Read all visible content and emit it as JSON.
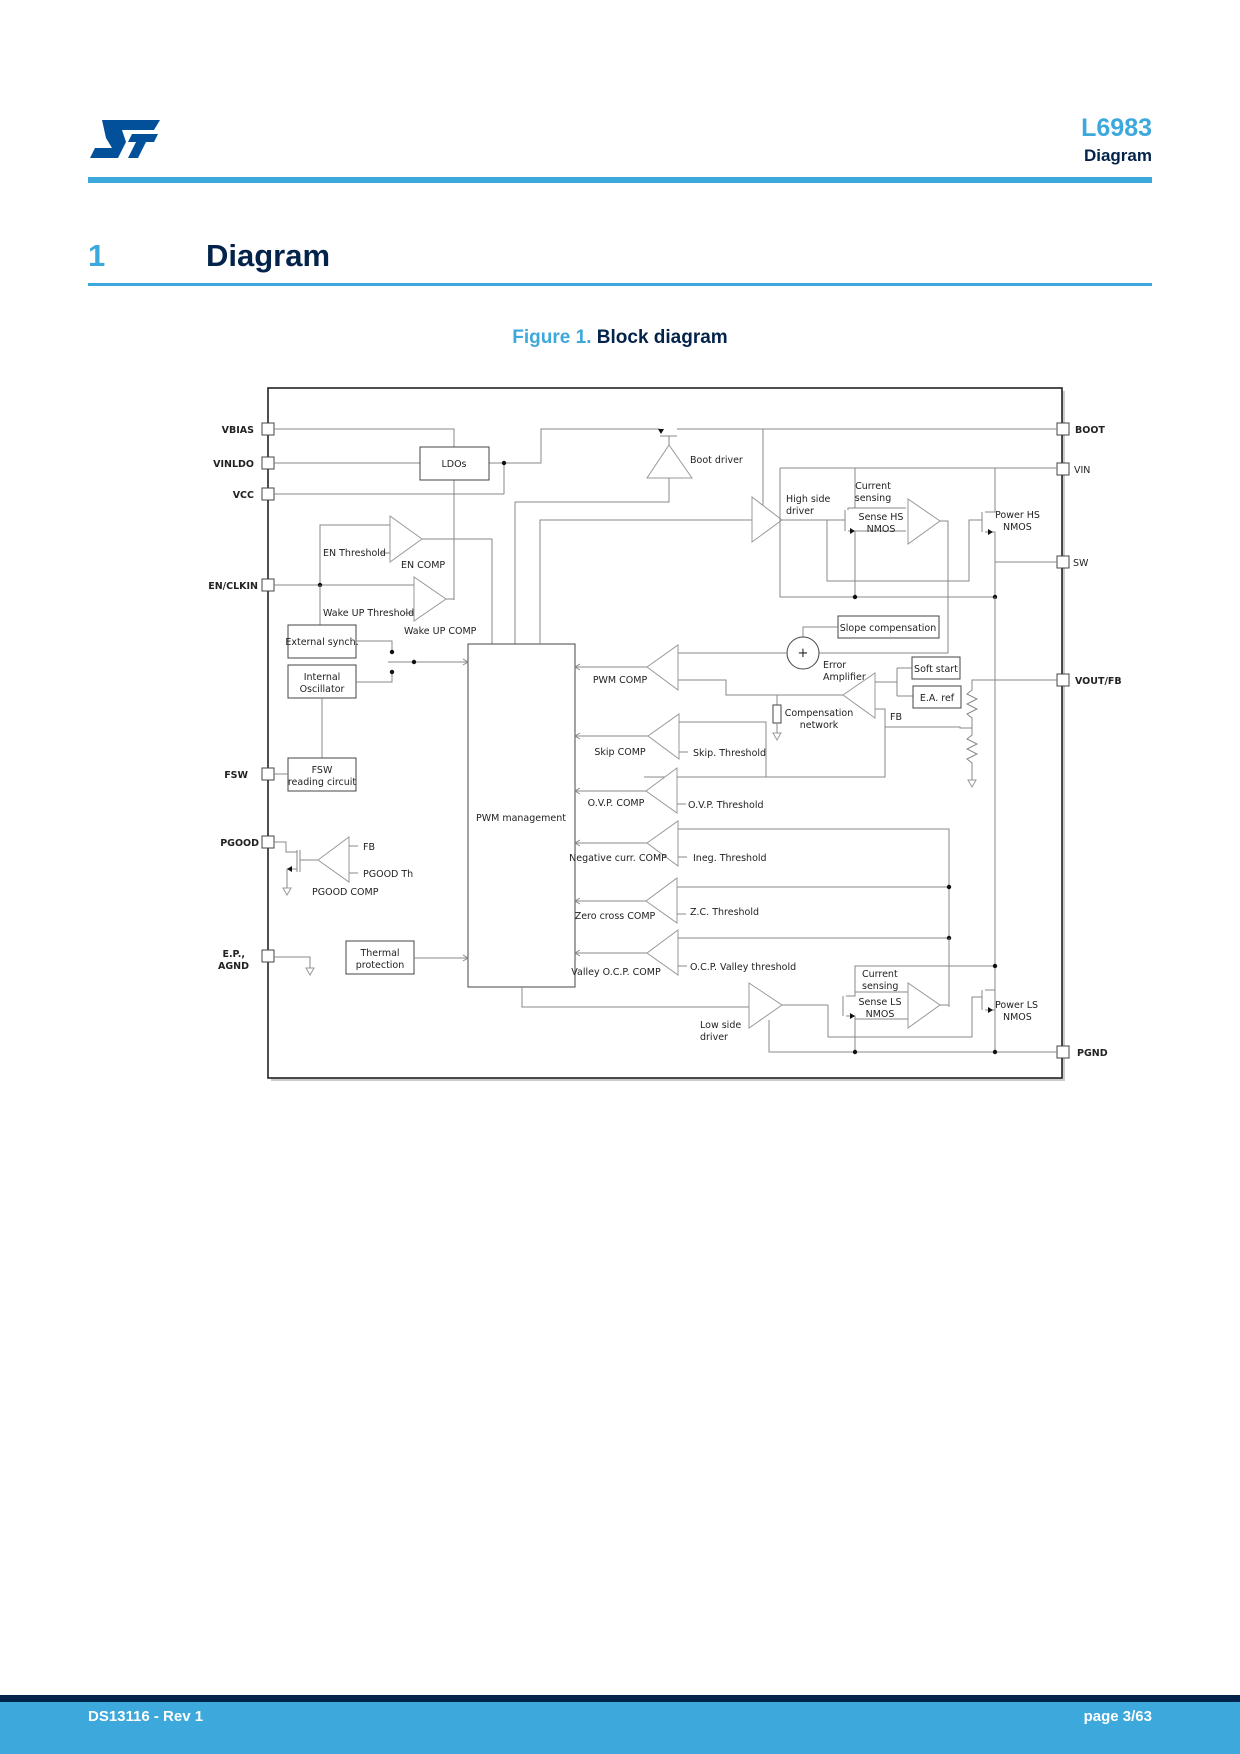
{
  "header": {
    "logo": "st-logo",
    "product": "L6983",
    "section": "Diagram",
    "accent_color": "#3ca8dc",
    "dark_color": "#03234b"
  },
  "section": {
    "number": "1",
    "title": "Diagram"
  },
  "figure": {
    "number": "Figure 1.",
    "title": "Block diagram"
  },
  "diagram": {
    "pins_left": {
      "vbias": "VBIAS",
      "vinldo": "VINLDO",
      "vcc": "VCC",
      "en_clkin": "EN/CLKIN",
      "fsw": "FSW",
      "pgood": "PGOOD",
      "ep_line1": "E.P.,",
      "ep_line2": "AGND"
    },
    "pins_right": {
      "boot": "BOOT",
      "vin": "VIN",
      "sw": "SW",
      "vout_fb": "VOUT/FB",
      "pgnd": "PGND"
    },
    "blocks": {
      "ldos": "LDOs",
      "external_synch": "External synch.",
      "internal_osc_1": "Internal",
      "internal_osc_2": "Oscillator",
      "fsw_reading_1": "FSW",
      "fsw_reading_2": "reading circuit",
      "thermal_1": "Thermal",
      "thermal_2": "protection",
      "pwm_management": "PWM management",
      "slope_comp": "Slope compensation",
      "soft_start": "Soft start",
      "ea_ref": "E.A. ref"
    },
    "labels": {
      "boot_driver": "Boot driver",
      "high_side_1": "High side",
      "high_side_2": "driver",
      "cur_sense_hs_1": "Current",
      "cur_sense_hs_2": "sensing",
      "sense_hs_1": "Sense HS",
      "sense_hs_2": "NMOS",
      "power_hs_1": "Power HS",
      "power_hs_2": "NMOS",
      "en_threshold": "EN Threshold",
      "en_comp": "EN COMP",
      "wakeup_threshold": "Wake UP Threshold",
      "wakeup_comp": "Wake UP COMP",
      "error_amp_1": "Error",
      "error_amp_2": "Amplifier",
      "pwm_comp": "PWM COMP",
      "comp_net_1": "Compensation",
      "comp_net_2": "network",
      "fb": "FB",
      "skip_comp": "Skip COMP",
      "skip_threshold": "Skip. Threshold",
      "ovp_comp": "O.V.P. COMP",
      "ovp_threshold": "O.V.P. Threshold",
      "neg_comp": "Negative curr. COMP",
      "ineg_threshold": "Ineg. Threshold",
      "zc_comp": "Zero cross COMP",
      "zc_threshold": "Z.C. Threshold",
      "valley_comp": "Valley O.C.P. COMP",
      "valley_threshold": "O.C.P. Valley threshold",
      "pgood_fb": "FB",
      "pgood_th": "PGOOD Th",
      "pgood_comp": "PGOOD COMP",
      "low_side_1": "Low side",
      "low_side_2": "driver",
      "cur_sense_ls_1": "Current",
      "cur_sense_ls_2": "sensing",
      "sense_ls_1": "Sense LS",
      "sense_ls_2": "NMOS",
      "power_ls_1": "Power LS",
      "power_ls_2": "NMOS",
      "sum_symbol": "+"
    }
  },
  "footer": {
    "doc_id": "DS13116 - Rev 1",
    "page": "page 3/63"
  }
}
